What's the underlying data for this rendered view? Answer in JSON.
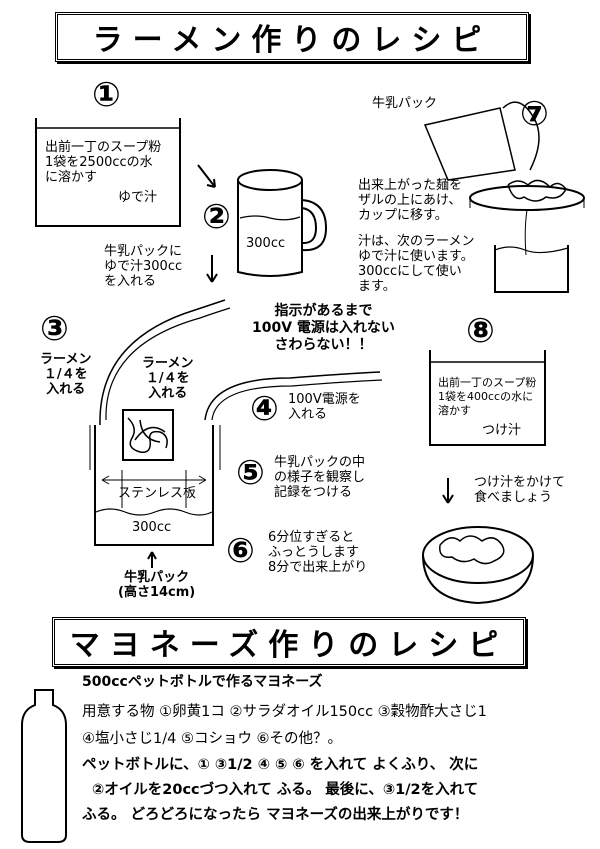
{
  "ramen": {
    "title": "ラーメン作りのレシピ",
    "step1": {
      "number": "①",
      "box_text": "出前一丁のスープ粉\n1袋を2500ccの水\nに溶かす",
      "box_label": "ゆで汁"
    },
    "step2": {
      "number": "②",
      "text": "牛乳パックに\nゆで汁300cc\nを入れる",
      "cup_label": "300cc"
    },
    "step3": {
      "number": "③",
      "side_text": "ラーメン\n１/４を\n入れる",
      "inner_text": "ラーメン\n１/４を\n入れる",
      "plate_label": "ステンレス板",
      "volume_label": "300cc",
      "pack_label": "牛乳パック\n(高さ14cm)",
      "warning": "指示があるまで\n100V 電源は入れない\nさわらない！！"
    },
    "step4": {
      "number": "④",
      "text": "100V電源を\n入れる"
    },
    "step5": {
      "number": "⑤",
      "text": "牛乳パックの中\nの様子を観察し\n記録をつける"
    },
    "step6": {
      "number": "⑥",
      "text": "6分位すぎると\nふっとうします\n8分で出来上がり"
    },
    "step7": {
      "number": "⑦",
      "pack_label": "牛乳パック",
      "text1": "出来上がった麺を\nザルの上にあけ、\nカップに移す。",
      "text2": "汁は、次のラーメン\nゆで汁に使います。\n300ccにして使い\nます。"
    },
    "step8": {
      "number": "⑧",
      "box_text": "出前一丁のスープ粉\n1袋を400ccの水に\n溶かす",
      "box_label": "つけ汁",
      "text": "つけ汁をかけて\n食べましょう"
    }
  },
  "mayo": {
    "title": "マヨネーズ作りのレシピ",
    "heading": "500ccペットボトルで作るマヨネーズ",
    "line1": "用意する物 ①卵黄1コ ②サラダオイル150cc ③穀物酢大さじ1",
    "line2": "④塩小さじ1/4 ⑤コショウ ⑥その他？。",
    "line3": "ペットボトルに、① ③1/2 ④ ⑤ ⑥ を入れて よくふり、 次に",
    "line4": "②オイルを20ccづつ入れて ふる。 最後に、③1/2を入れて",
    "line5": "ふる。 どろどろになったら マヨネーズの出来上がりです！"
  }
}
